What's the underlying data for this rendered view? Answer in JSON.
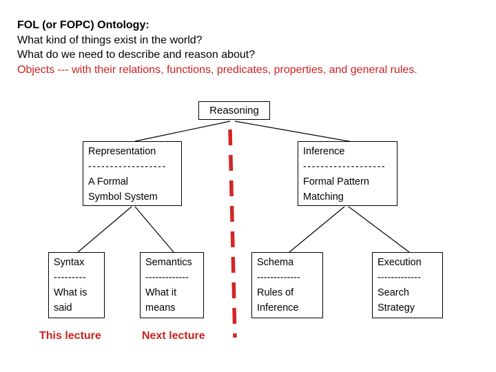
{
  "header": {
    "title": "FOL (or FOPC) Ontology:",
    "question1": "What kind of things exist in the world?",
    "question2": "What do we need to describe and reason about?",
    "objects_line": "Objects --- with their relations, functions, predicates, properties, and general rules."
  },
  "tree": {
    "root": {
      "label": "Reasoning"
    },
    "level1": [
      {
        "title": "Representation",
        "dashes": "------------------",
        "line1": "A Formal",
        "line2": "Symbol System"
      },
      {
        "title": "Inference",
        "dashes": "-------------------",
        "line1": "Formal Pattern",
        "line2": "Matching"
      }
    ],
    "level2": [
      {
        "title": "Syntax",
        "dashes": "---------",
        "line1": "What is",
        "line2": "said"
      },
      {
        "title": "Semantics",
        "dashes": "-------------",
        "line1": "What it",
        "line2": "means"
      },
      {
        "title": "Schema",
        "dashes": "-------------",
        "line1": "Rules of",
        "line2": "Inference"
      },
      {
        "title": "Execution",
        "dashes": "-------------",
        "line1": "Search",
        "line2": "Strategy"
      }
    ]
  },
  "footer": {
    "left_label": "This lecture",
    "right_label": "Next lecture"
  },
  "colors": {
    "text_black": "#000000",
    "text_red": "#cc1f1f",
    "divider_red": "#d12626",
    "box_border": "#000000",
    "bg": "#ffffff"
  }
}
